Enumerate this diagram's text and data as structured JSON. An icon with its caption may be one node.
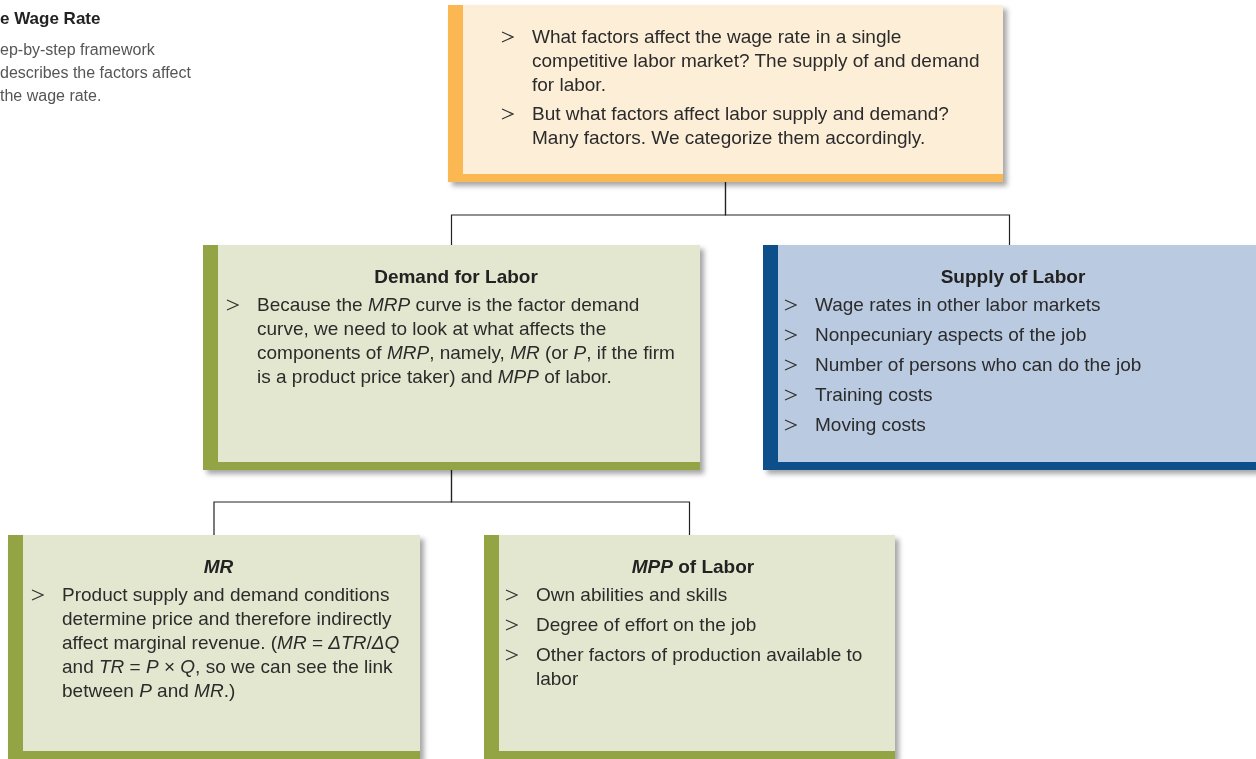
{
  "diagram": {
    "title": "e Wage Rate",
    "caption": "ep-by-step framework describes the factors affect the wage rate.",
    "nodes": [
      {
        "text": [
          "What factors affect the wage rate in a single competitive labor market? The supply of and demand for labor.",
          "But what factors affect labor supply and demand? Many factors. We categorize them accordingly."
        ]
      },
      {
        "text": [
          "Demand for Labor",
          "Because the *MRP* curve is the factor demand curve, we need to look at what affects the components of *MRP*, namely, *MR* (or *P*, if the firm is a product price taker) and *MPP* of labor."
        ]
      },
      {
        "text": [
          "Supply of Labor",
          "Wage rates in other labor markets",
          "Nonpecuniary aspects of the job",
          "Number of persons who can do the job",
          "Training costs",
          "Moving costs"
        ]
      },
      {
        "text": [
          "*MR*",
          "Product supply and demand conditions determine price and therefore indirectly affect marginal revenue. (*MR* = *ΔTR*/*ΔQ* and *TR* = *P* × *Q*, so we can see the link between *P* and *MR*.)"
        ]
      },
      {
        "text": [
          "*MPP* of Labor",
          "Own abilities and skills",
          "Degree of effort on the job",
          "Other factors of production available to labor"
        ]
      }
    ],
    "edges": [
      {
        "from": 0,
        "to": 1,
        "arrow": "none"
      },
      {
        "from": 0,
        "to": 2,
        "arrow": "none"
      },
      {
        "from": 1,
        "to": 3,
        "arrow": "none"
      },
      {
        "from": 1,
        "to": 4,
        "arrow": "none"
      }
    ]
  }
}
